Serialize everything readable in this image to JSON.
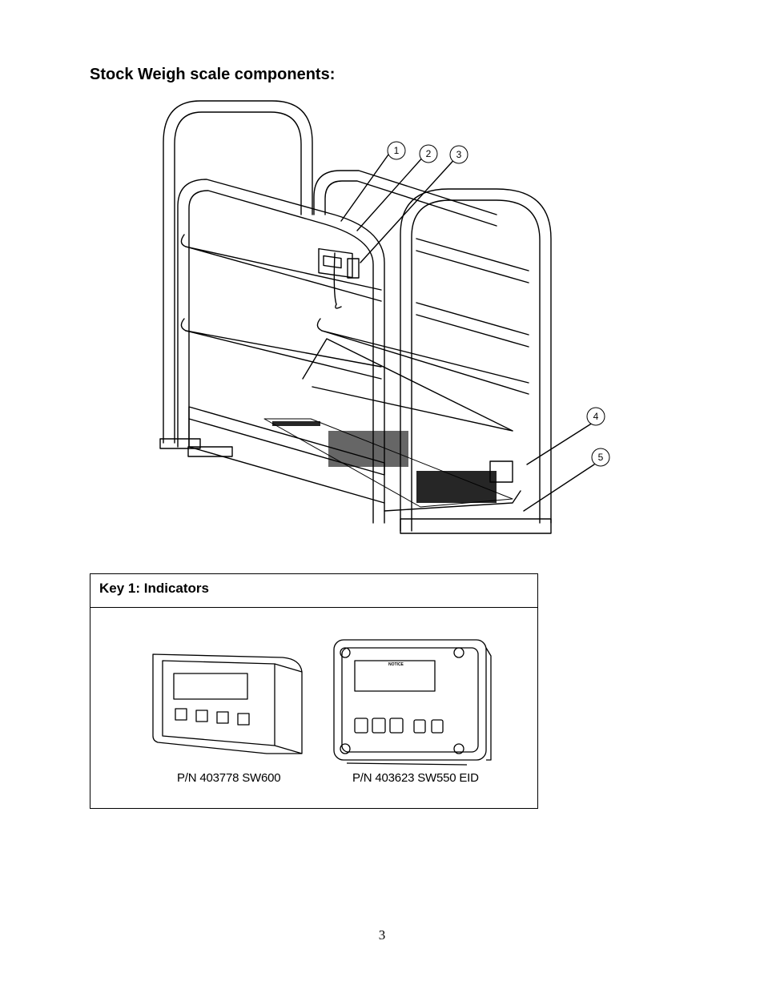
{
  "page": {
    "heading": "Stock Weigh scale components:",
    "page_number": "3"
  },
  "figure": {
    "callouts": [
      "1",
      "2",
      "3",
      "4",
      "5"
    ]
  },
  "key": {
    "title": "Key 1:  Indicators",
    "indicators": [
      {
        "part_number": "P/N 403778   SW600"
      },
      {
        "part_number": "P/N 403623   SW550 EID",
        "label_text": "NOTICE"
      }
    ]
  }
}
